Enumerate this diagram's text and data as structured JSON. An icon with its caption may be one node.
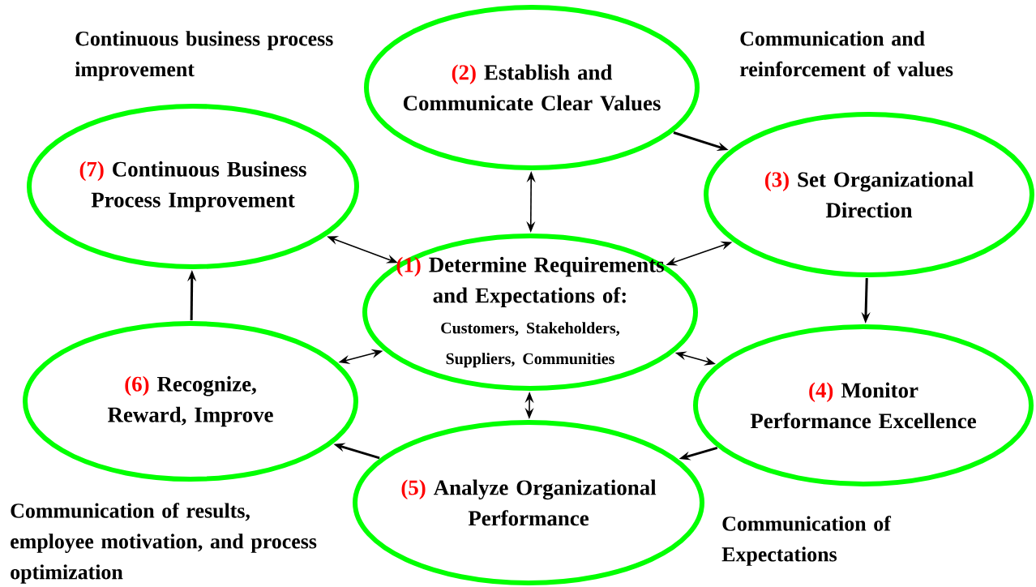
{
  "diagram": {
    "nodes": [
      {
        "text": [
          "(1)",
          "Determine Requirements and Expectations of:",
          "Customers, Stakeholders, Suppliers, Communities"
        ]
      },
      {
        "text": [
          "(2)",
          "Establish and Communicate Clear Values"
        ]
      },
      {
        "text": [
          "(3)",
          "Set Organizational Direction"
        ]
      },
      {
        "text": [
          "(4)",
          "Monitor Performance Excellence"
        ]
      },
      {
        "text": [
          "(5)",
          "Analyze Organizational Performance"
        ]
      },
      {
        "text": [
          "(6)",
          "Recognize, Reward, Improve"
        ]
      },
      {
        "text": [
          "(7)",
          "Continuous Business Process Improvement"
        ]
      }
    ],
    "edges": [
      {
        "from": 1,
        "to": 0,
        "arrow": "both"
      },
      {
        "from": 6,
        "to": 0,
        "arrow": "both"
      },
      {
        "from": 2,
        "to": 0,
        "arrow": "both"
      },
      {
        "from": 0,
        "to": 3,
        "arrow": "both"
      },
      {
        "from": 0,
        "to": 4,
        "arrow": "both"
      },
      {
        "from": 0,
        "to": 5,
        "arrow": "both"
      },
      {
        "from": 1,
        "to": 2,
        "arrow": "to"
      },
      {
        "from": 2,
        "to": 3,
        "arrow": "to"
      },
      {
        "from": 3,
        "to": 4,
        "arrow": "to"
      },
      {
        "from": 4,
        "to": 5,
        "arrow": "to"
      },
      {
        "from": 5,
        "to": 6,
        "arrow": "to"
      }
    ],
    "labels": [
      "Continuous business process improvement",
      "Communication and reinforcement of values",
      "Communication of results, employee motivation, and process optimization",
      "Communication of Expectations"
    ]
  }
}
